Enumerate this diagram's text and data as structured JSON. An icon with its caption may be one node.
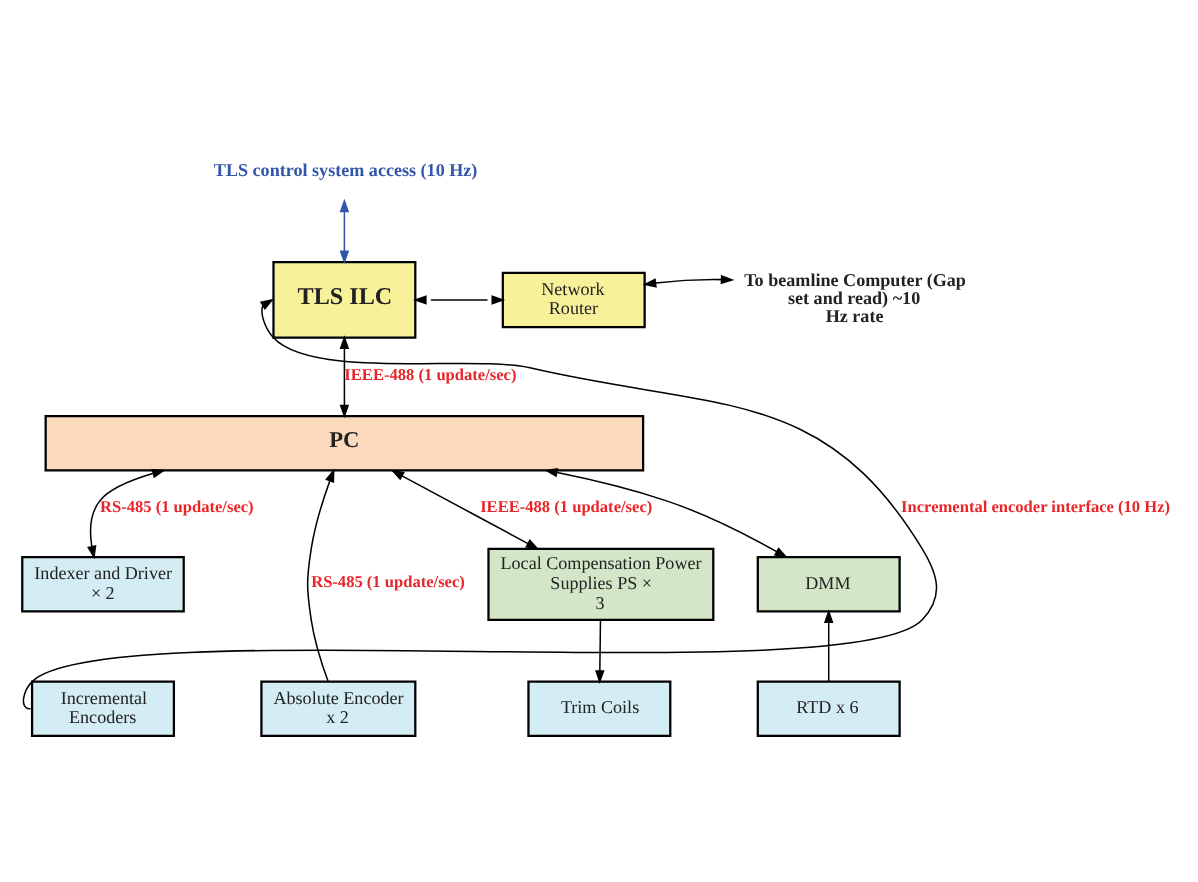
{
  "diagram": {
    "nodes": [
      {
        "text": [
          "TLS control system access (10 Hz)"
        ]
      },
      {
        "text": [
          "Network Router"
        ]
      },
      {
        "text": [
          "To beamline Computer (Gap set and read) ~10 Hz rate"
        ]
      },
      {
        "text": [
          "TLS ILC"
        ]
      },
      {
        "text": [
          "PC"
        ]
      },
      {
        "text": [
          "Indexer and Driver × 2"
        ]
      },
      {
        "text": [
          "Local Compensation Power Supplies PS × 3"
        ]
      },
      {
        "text": [
          "DMM"
        ]
      },
      {
        "text": [
          "Incremental Encoders"
        ]
      },
      {
        "text": [
          "Absolute Encoder x 2"
        ]
      },
      {
        "text": [
          "Trim Coils"
        ]
      },
      {
        "text": [
          "RTD x 6"
        ]
      }
    ],
    "edges": [
      {
        "from": 0,
        "to": 3,
        "arrow": "both",
        "color": "#3355aa"
      },
      {
        "from": 3,
        "to": 1,
        "arrow": "both"
      },
      {
        "from": 1,
        "to": 2,
        "arrow": "both"
      },
      {
        "from": 8,
        "to": 3,
        "arrow": "to",
        "label": "Incremental encoder interface (10 Hz)"
      },
      {
        "from": 3,
        "to": 4,
        "arrow": "both",
        "label": "IEEE-488 (1 update/sec)"
      },
      {
        "from": 4,
        "to": 5,
        "arrow": "both",
        "label": "RS-485 (1 update/sec)"
      },
      {
        "from": 9,
        "to": 4,
        "arrow": "to",
        "label": "RS-485 (1 update/sec)"
      },
      {
        "from": 4,
        "to": 6,
        "arrow": "both",
        "label": "IEEE-488 (1 update/sec)"
      },
      {
        "from": 4,
        "to": 7,
        "arrow": "both"
      },
      {
        "from": 6,
        "to": 10,
        "arrow": "to"
      },
      {
        "from": 11,
        "to": 7,
        "arrow": "to"
      }
    ]
  }
}
